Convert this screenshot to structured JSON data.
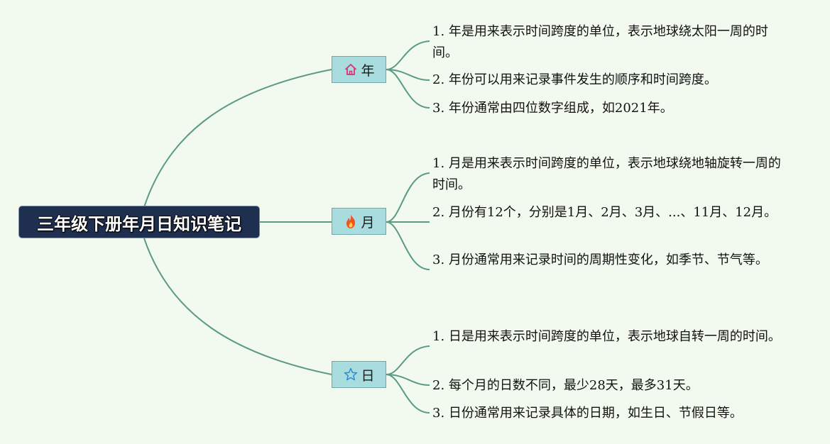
{
  "root": {
    "label": "三年级下册年月日知识笔记"
  },
  "branches": [
    {
      "label": "年",
      "icon": "house-icon",
      "items": [
        "1. 年是用来表示时间跨度的单位，表示地球绕太阳一周的时间。",
        "2. 年份可以用来记录事件发生的顺序和时间跨度。",
        "3. 年份通常由四位数字组成，如2021年。"
      ]
    },
    {
      "label": "月",
      "icon": "flame-icon",
      "items": [
        "1. 月是用来表示时间跨度的单位，表示地球绕地轴旋转一周的时间。",
        "2. 月份有12个，分别是1月、2月、3月、...、11月、12月。",
        "3. 月份通常用来记录时间的周期性变化，如季节、节气等。"
      ]
    },
    {
      "label": "日",
      "icon": "star-icon",
      "items": [
        "1. 日是用来表示时间跨度的单位，表示地球自转一周的时间。",
        "2. 每个月的日数不同，最少28天，最多31天。",
        "3. 日份通常用来记录具体的日期，如生日、节假日等。"
      ]
    }
  ],
  "colors": {
    "background": "#f2faef",
    "connector": "#5c9a86",
    "root_fill": "#1e2f4f",
    "branch_fill": "#a8dcdf",
    "house_icon": "#d6336c",
    "flame_icon": "#f0531c",
    "star_icon": "#2b8fd6"
  }
}
